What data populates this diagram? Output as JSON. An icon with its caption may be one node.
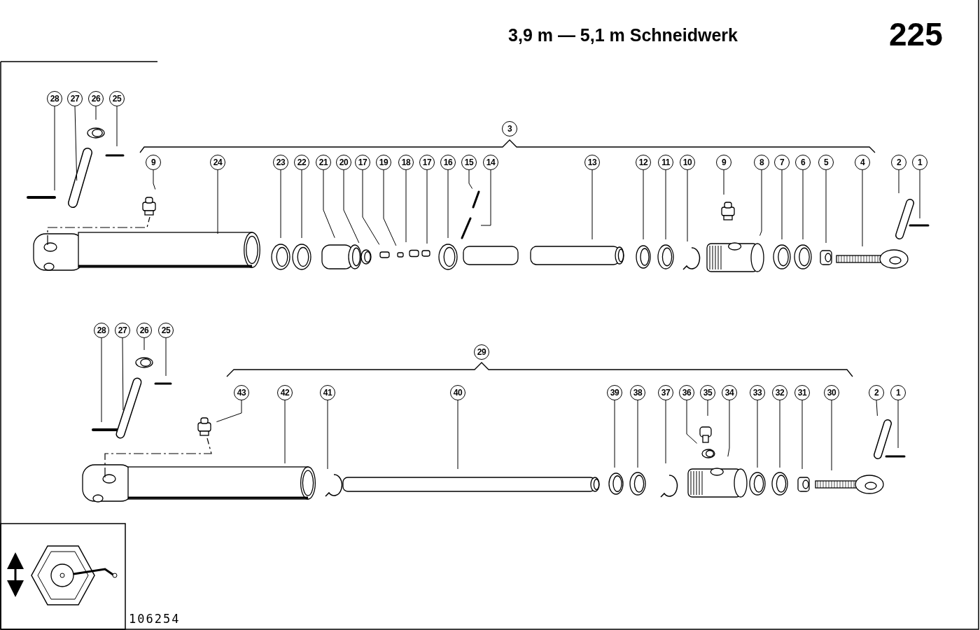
{
  "diagram": {
    "title": "3,9 m — 5,1 m Schneidwerk",
    "nodes": [
      {
        "text": [
          "28"
        ]
      },
      {
        "text": [
          "27"
        ]
      },
      {
        "text": [
          "26"
        ]
      },
      {
        "text": [
          "25"
        ]
      },
      {
        "text": [
          "3"
        ]
      },
      {
        "text": [
          "9"
        ]
      },
      {
        "text": [
          "24"
        ]
      },
      {
        "text": [
          "23"
        ]
      },
      {
        "text": [
          "22"
        ]
      },
      {
        "text": [
          "21"
        ]
      },
      {
        "text": [
          "20"
        ]
      },
      {
        "text": [
          "17"
        ]
      },
      {
        "text": [
          "19"
        ]
      },
      {
        "text": [
          "18"
        ]
      },
      {
        "text": [
          "17"
        ]
      },
      {
        "text": [
          "16"
        ]
      },
      {
        "text": [
          "15"
        ]
      },
      {
        "text": [
          "14"
        ]
      },
      {
        "text": [
          "13"
        ]
      },
      {
        "text": [
          "12"
        ]
      },
      {
        "text": [
          "11"
        ]
      },
      {
        "text": [
          "10"
        ]
      },
      {
        "text": [
          "9"
        ]
      },
      {
        "text": [
          "8"
        ]
      },
      {
        "text": [
          "7"
        ]
      },
      {
        "text": [
          "6"
        ]
      },
      {
        "text": [
          "5"
        ]
      },
      {
        "text": [
          "4"
        ]
      },
      {
        "text": [
          "2"
        ]
      },
      {
        "text": [
          "1"
        ]
      },
      {
        "text": [
          "28"
        ]
      },
      {
        "text": [
          "27"
        ]
      },
      {
        "text": [
          "26"
        ]
      },
      {
        "text": [
          "25"
        ]
      },
      {
        "text": [
          "29"
        ]
      },
      {
        "text": [
          "43"
        ]
      },
      {
        "text": [
          "42"
        ]
      },
      {
        "text": [
          "41"
        ]
      },
      {
        "text": [
          "40"
        ]
      },
      {
        "text": [
          "39"
        ]
      },
      {
        "text": [
          "38"
        ]
      },
      {
        "text": [
          "37"
        ]
      },
      {
        "text": [
          "36"
        ]
      },
      {
        "text": [
          "35"
        ]
      },
      {
        "text": [
          "34"
        ]
      },
      {
        "text": [
          "33"
        ]
      },
      {
        "text": [
          "32"
        ]
      },
      {
        "text": [
          "31"
        ]
      },
      {
        "text": [
          "30"
        ]
      },
      {
        "text": [
          "2"
        ]
      },
      {
        "text": [
          "1"
        ]
      }
    ],
    "edges": [
      {
        "from": 0,
        "to": null,
        "arrow": "none"
      },
      {
        "from": 1,
        "to": null,
        "arrow": "none"
      },
      {
        "from": 2,
        "to": null,
        "arrow": "none"
      },
      {
        "from": 3,
        "to": null,
        "arrow": "none"
      },
      {
        "from": 5,
        "to": null,
        "arrow": "none"
      },
      {
        "from": 6,
        "to": null,
        "arrow": "none"
      },
      {
        "from": 7,
        "to": null,
        "arrow": "none"
      },
      {
        "from": 8,
        "to": null,
        "arrow": "none"
      },
      {
        "from": 9,
        "to": null,
        "arrow": "none"
      },
      {
        "from": 10,
        "to": null,
        "arrow": "none"
      },
      {
        "from": 11,
        "to": null,
        "arrow": "none"
      },
      {
        "from": 12,
        "to": null,
        "arrow": "none"
      },
      {
        "from": 13,
        "to": null,
        "arrow": "none"
      },
      {
        "from": 14,
        "to": null,
        "arrow": "none"
      },
      {
        "from": 15,
        "to": null,
        "arrow": "none"
      },
      {
        "from": 16,
        "to": null,
        "arrow": "none"
      },
      {
        "from": 17,
        "to": null,
        "arrow": "none"
      },
      {
        "from": 18,
        "to": null,
        "arrow": "none"
      },
      {
        "from": 19,
        "to": null,
        "arrow": "none"
      },
      {
        "from": 20,
        "to": null,
        "arrow": "none"
      },
      {
        "from": 21,
        "to": null,
        "arrow": "none"
      },
      {
        "from": 22,
        "to": null,
        "arrow": "none"
      },
      {
        "from": 23,
        "to": null,
        "arrow": "none"
      },
      {
        "from": 24,
        "to": null,
        "arrow": "none"
      },
      {
        "from": 25,
        "to": null,
        "arrow": "none"
      },
      {
        "from": 26,
        "to": null,
        "arrow": "none"
      },
      {
        "from": 27,
        "to": null,
        "arrow": "none"
      },
      {
        "from": 28,
        "to": null,
        "arrow": "none"
      },
      {
        "from": 29,
        "to": null,
        "arrow": "none"
      },
      {
        "from": 30,
        "to": null,
        "arrow": "none"
      },
      {
        "from": 31,
        "to": null,
        "arrow": "none"
      },
      {
        "from": 32,
        "to": null,
        "arrow": "none"
      },
      {
        "from": 33,
        "to": null,
        "arrow": "none"
      },
      {
        "from": 35,
        "to": null,
        "arrow": "none"
      },
      {
        "from": 36,
        "to": null,
        "arrow": "none"
      },
      {
        "from": 37,
        "to": null,
        "arrow": "none"
      },
      {
        "from": 38,
        "to": null,
        "arrow": "none"
      },
      {
        "from": 39,
        "to": null,
        "arrow": "none"
      },
      {
        "from": 40,
        "to": null,
        "arrow": "none"
      },
      {
        "from": 41,
        "to": null,
        "arrow": "none"
      },
      {
        "from": 42,
        "to": null,
        "arrow": "none"
      },
      {
        "from": 43,
        "to": null,
        "arrow": "none"
      },
      {
        "from": 44,
        "to": null,
        "arrow": "none"
      },
      {
        "from": 45,
        "to": null,
        "arrow": "none"
      },
      {
        "from": 46,
        "to": null,
        "arrow": "none"
      },
      {
        "from": 47,
        "to": null,
        "arrow": "none"
      },
      {
        "from": 48,
        "to": null,
        "arrow": "none"
      },
      {
        "from": 49,
        "to": null,
        "arrow": "none"
      },
      {
        "from": 50,
        "to": null,
        "arrow": "none"
      }
    ],
    "labels": [
      "225",
      "106254"
    ]
  }
}
